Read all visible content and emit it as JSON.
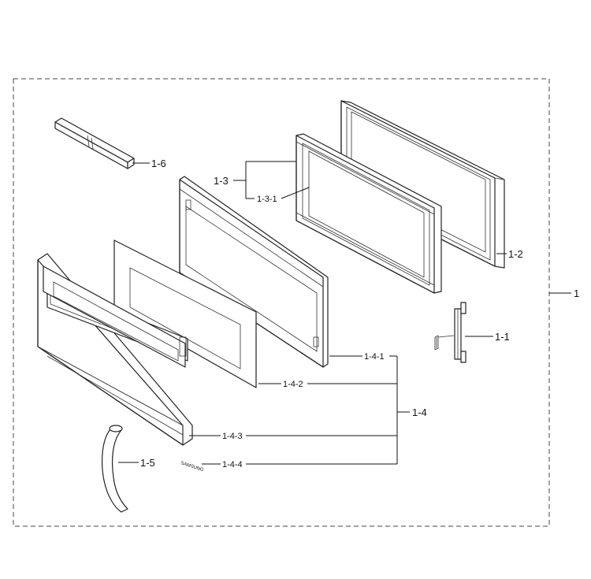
{
  "labels": {
    "assembly": "1",
    "hinge": "1-1",
    "door_frame": "1-2",
    "choke_cover": "1-3",
    "choke_cover_sub": "1-3-1",
    "door_outer": "1-4",
    "door_outer_1": "1-4-1",
    "door_outer_2": "1-4-2",
    "door_outer_3": "1-4-3",
    "door_outer_4": "1-4-4",
    "handle_cap": "1-5",
    "top_strip": "1-6"
  },
  "brand_mark": "SAMSUNG"
}
